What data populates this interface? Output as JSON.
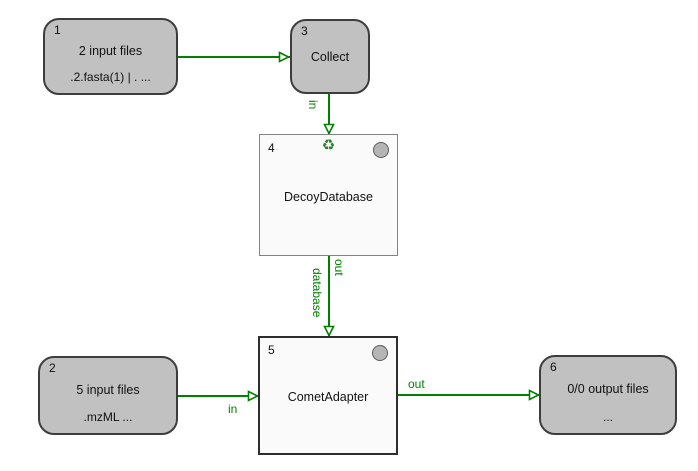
{
  "app": {
    "description": "workflow pipeline canvas"
  },
  "colors": {
    "edge_green": "#008000",
    "label_green": "#008000",
    "file_node_fill": "#c1c1c1",
    "file_node_border": "#3d3d3d",
    "tool_node_fill": "#fafafa",
    "status_circle_fill": "#b5b5b5",
    "recycle_green": "#2e7d32",
    "canvas_background": "#ffffff"
  },
  "nodes": {
    "n1": {
      "num": "1",
      "title": "2 input files",
      "subtitle": ".2.fasta(1) | . ..."
    },
    "n2": {
      "num": "2",
      "title": "5 input files",
      "subtitle": ".mzML ..."
    },
    "n3": {
      "num": "3",
      "title": "Collect"
    },
    "n4": {
      "num": "4",
      "title": "DecoyDatabase"
    },
    "n5": {
      "num": "5",
      "title": "CometAdapter"
    },
    "n6": {
      "num": "6",
      "title": "0/0 output files",
      "subtitle": "..."
    }
  },
  "edges": {
    "e1_3": {
      "from": "1",
      "to": "3"
    },
    "e3_4": {
      "from": "3",
      "to": "4",
      "label": "in"
    },
    "e4_5": {
      "from": "4",
      "to": "5",
      "label_out": "out",
      "label_param": "database"
    },
    "e2_5": {
      "from": "2",
      "to": "5",
      "label": "in"
    },
    "e5_6": {
      "from": "5",
      "to": "6",
      "label": "out"
    }
  },
  "icons": {
    "recycle_glyph": "♻"
  }
}
